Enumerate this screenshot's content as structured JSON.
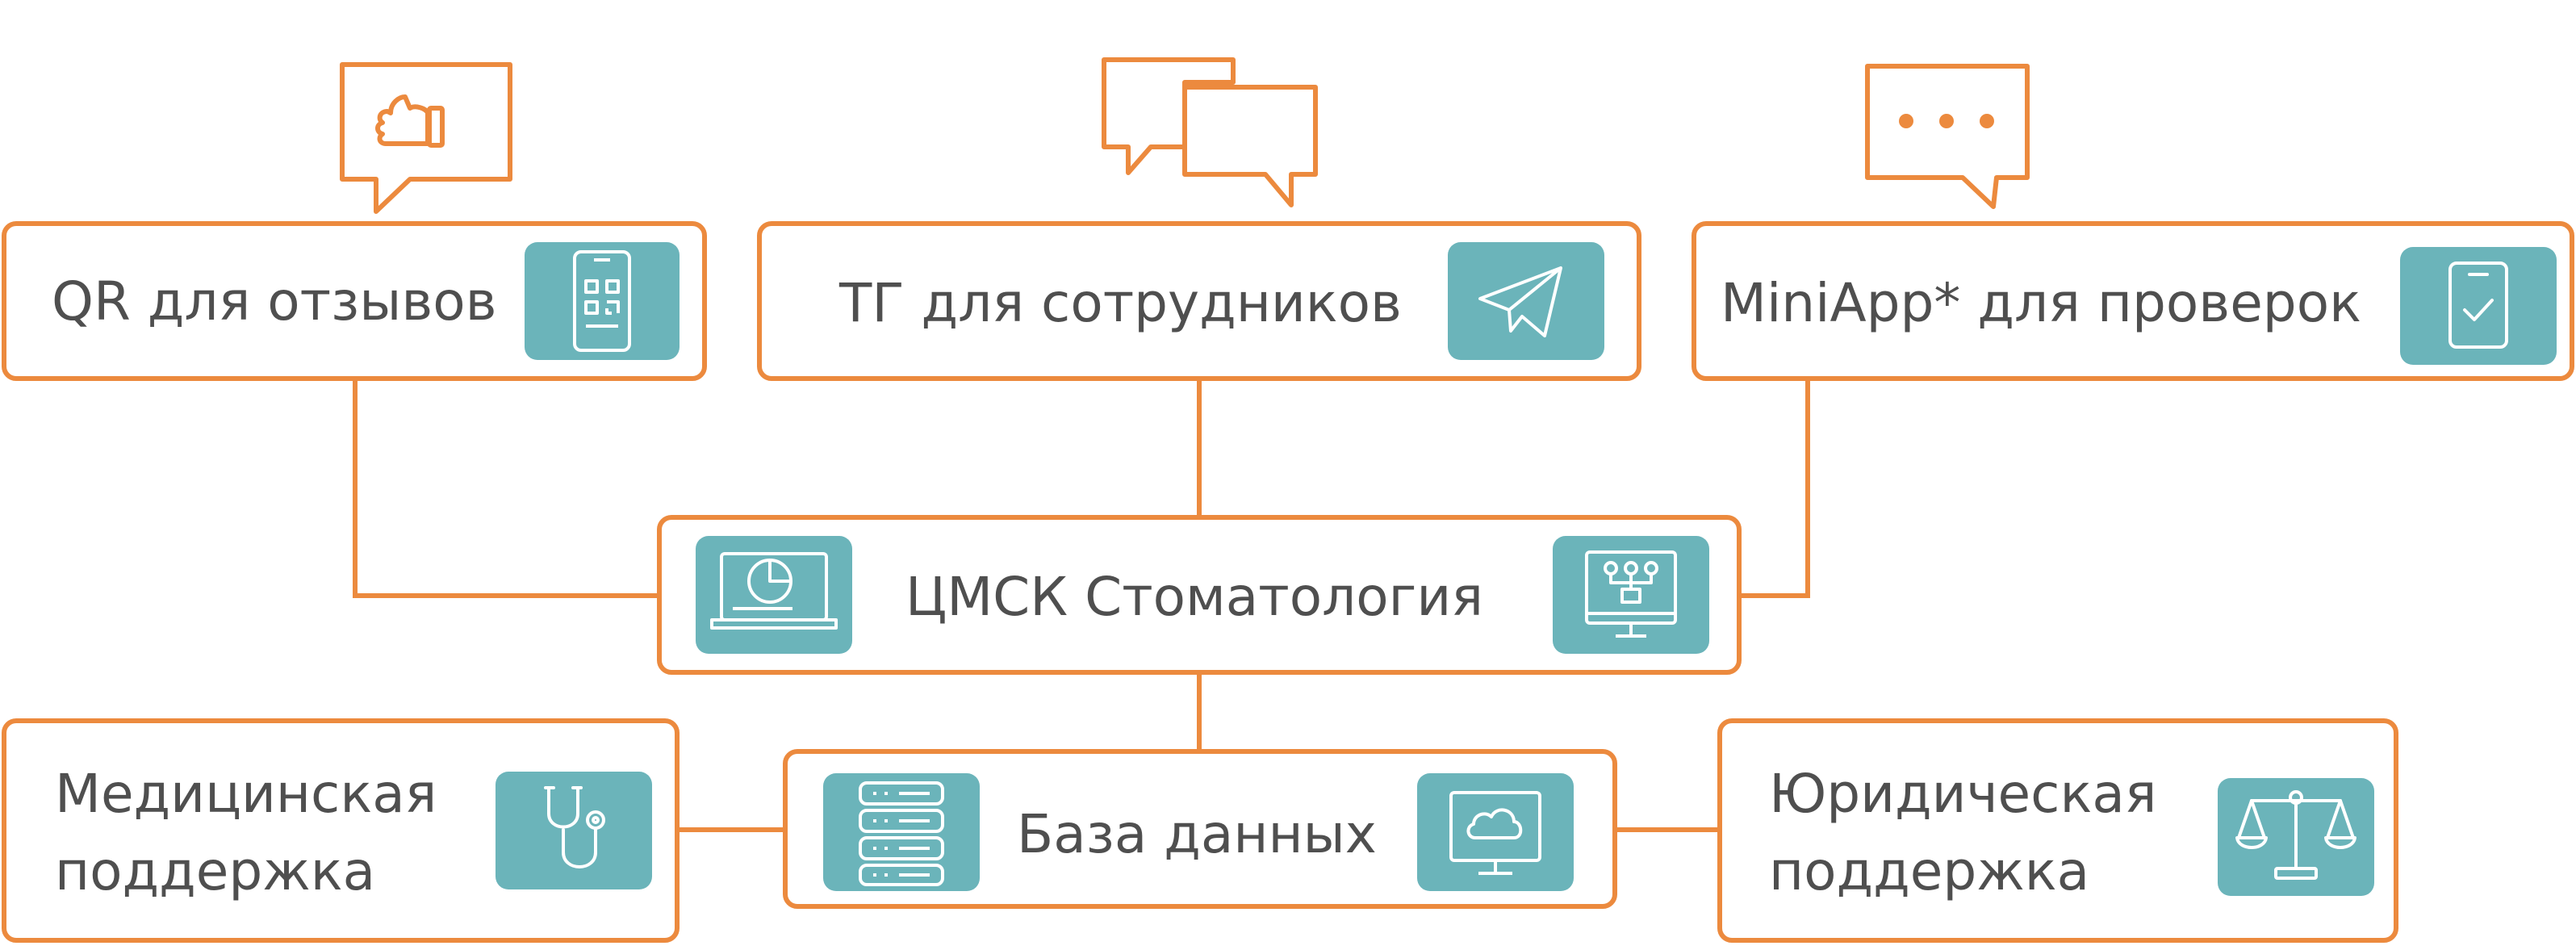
{
  "colors": {
    "accent": "#EC8A3E",
    "tile": "#6BB4BA",
    "text": "#4f4f4f",
    "background": "#ffffff"
  },
  "nodes": {
    "qr": {
      "label": "QR для отзывов",
      "icon": "smartphone-qr-icon"
    },
    "tg": {
      "label": "ТГ для сотрудников",
      "icon": "telegram-paper-plane-icon"
    },
    "miniapp": {
      "label": "MiniApp* для проверок",
      "icon": "clipboard-check-icon"
    },
    "center": {
      "label": "ЦМСК Стоматология",
      "icon_left": "laptop-pie-chart-icon",
      "icon_right": "monitor-network-icon"
    },
    "medical": {
      "label_line1": "Медицинская",
      "label_line2": "поддержка",
      "icon": "stethoscope-icon"
    },
    "database": {
      "label": "База данных",
      "icon_left": "server-stack-icon",
      "icon_right": "cloud-monitor-icon"
    },
    "legal": {
      "label_line1": "Юридическая",
      "label_line2": "поддержка",
      "icon": "scales-icon"
    }
  },
  "bubbles": {
    "left": "thumbs-up-speech-bubble-icon",
    "middle": "chat-bubbles-icon",
    "right": "ellipsis-speech-bubble-icon"
  }
}
